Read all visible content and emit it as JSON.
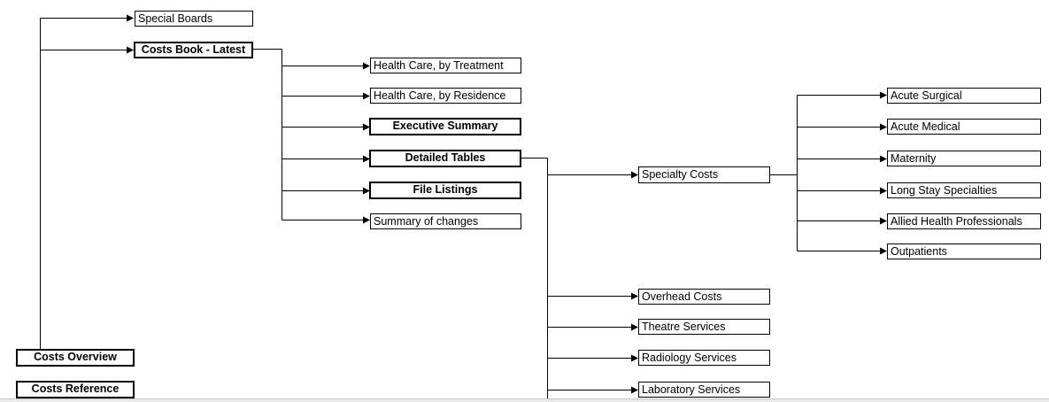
{
  "colors": {
    "line": "#000000",
    "box_border": "#000000",
    "box_fill": "#ffffff",
    "text": "#000000"
  },
  "nodes": {
    "special_boards": "Special Boards",
    "costs_book_latest": "Costs Book - Latest",
    "health_care_treatment": "Health Care, by Treatment",
    "health_care_residence": "Health Care, by Residence",
    "executive_summary": "Executive Summary",
    "detailed_tables": "Detailed Tables",
    "file_listings": "File Listings",
    "summary_of_changes": "Summary of changes",
    "specialty_costs": "Specialty Costs",
    "acute_surgical": "Acute Surgical",
    "acute_medical": "Acute Medical",
    "maternity": "Maternity",
    "long_stay_specialties": "Long Stay Specialties",
    "allied_health_professionals": "Allied Health Professionals",
    "outpatients": "Outpatients",
    "overhead_costs": "Overhead Costs",
    "theatre_services": "Theatre Services",
    "radiology_services": "Radiology Services",
    "laboratory_services": "Laboratory Services",
    "costs_overview": "Costs Overview",
    "costs_reference": "Costs Reference"
  }
}
